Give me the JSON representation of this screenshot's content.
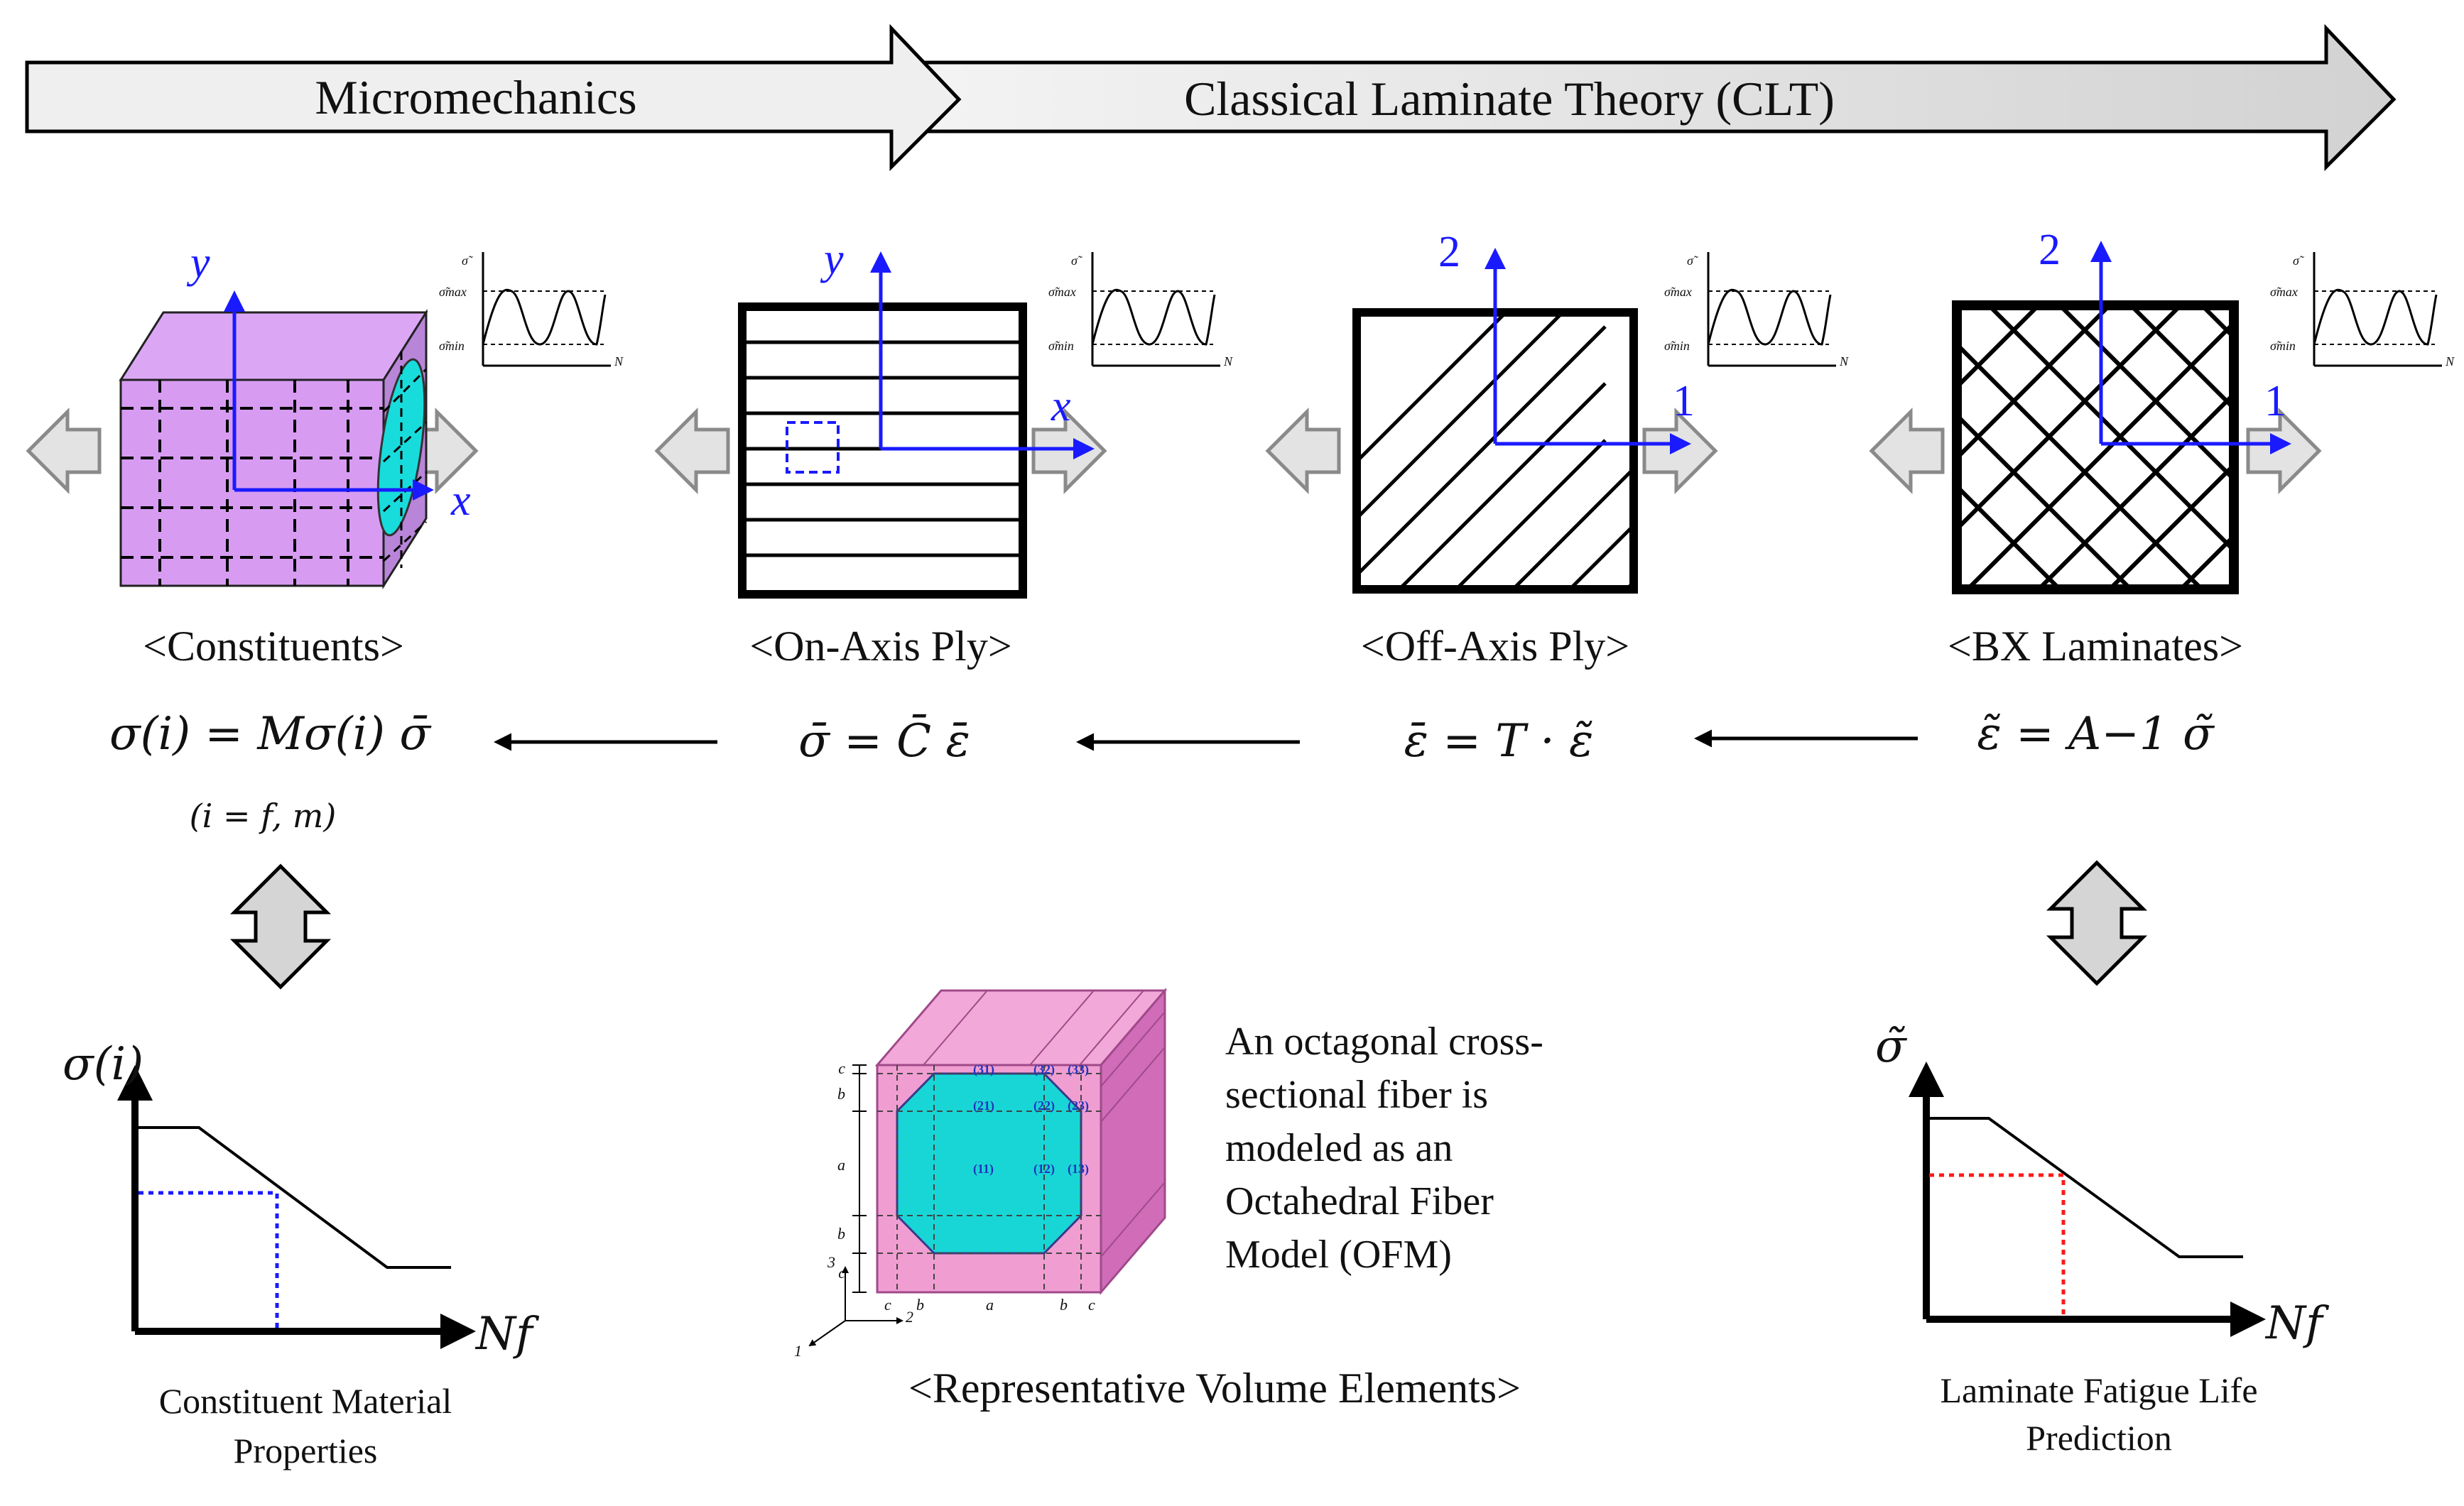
{
  "banner": {
    "micromechanics": "Micromechanics",
    "clt": "Classical Laminate Theory (CLT)"
  },
  "panels": {
    "constituents": {
      "caption": "<Constituents>",
      "axis_x": "x",
      "axis_y": "y"
    },
    "on_axis": {
      "caption": "<On-Axis Ply>",
      "axis_x": "x",
      "axis_y": "y"
    },
    "off_axis": {
      "caption": "<Off-Axis Ply>",
      "axis_1": "1",
      "axis_2": "2"
    },
    "bx": {
      "caption": "<BX Laminates>",
      "axis_1": "1",
      "axis_2": "2"
    }
  },
  "load_plot": {
    "y_label": "σ̃",
    "max_label": "σ̃max",
    "min_label": "σ̃min",
    "x_label": "N"
  },
  "formulas": {
    "constituents": "σ(i) = Mσ(i) σ̄",
    "constituents_sub": "(i = f, m)",
    "on_axis": "σ̄ = C̄ ε̄",
    "off_axis": "ε̄ = T · ε̃",
    "bx": "ε̃ = A−1 σ̃"
  },
  "constituent_plot": {
    "y_label": "σ(i)",
    "x_label": "Nf",
    "caption_line1": "Constituent Material",
    "caption_line2": "Properties"
  },
  "rve": {
    "caption": "<Representative Volume Elements>",
    "cell_labels": [
      "(31)",
      "(32)",
      "(33)",
      "(21)",
      "(22)",
      "(23)",
      "(11)",
      "(12)",
      "(13)"
    ],
    "dim_labels": [
      "c",
      "b",
      "a",
      "b",
      "c"
    ],
    "axis_labels": [
      "1",
      "2",
      "3"
    ],
    "description": [
      "An octagonal cross-",
      "sectional fiber is",
      "modeled as an",
      "Octahedral Fiber",
      "Model (OFM)"
    ]
  },
  "laminate_plot": {
    "y_label": "σ̃",
    "x_label": "Nf",
    "caption_line1": "Laminate Fatigue Life",
    "caption_line2": "Prediction"
  },
  "colors": {
    "axis_blue": "#1a1aff",
    "matrix_purple": "#d79cf2",
    "fiber_cyan": "#18dcdc",
    "rve_pink": "#f09ed2",
    "banner_light": "#efefef",
    "banner_dark": "#d5d5d5"
  }
}
